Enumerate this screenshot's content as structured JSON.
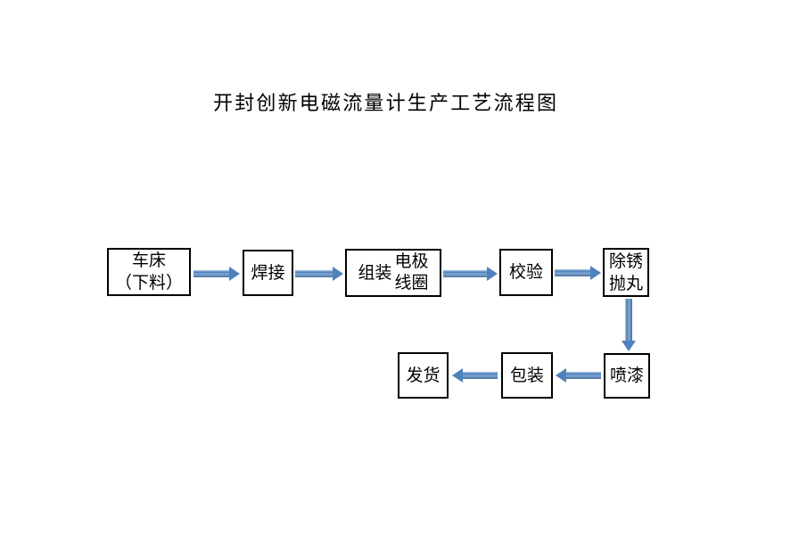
{
  "page": {
    "title": "开封创新电磁流量计生产工艺流程图",
    "background_color": "#ffffff"
  },
  "flowchart": {
    "arrow_color": "#4f81bd",
    "box_border_color": "#000000",
    "nodes": [
      {
        "id": "lathe",
        "lines": [
          "车床",
          "（下料）"
        ]
      },
      {
        "id": "welding",
        "lines": [
          "焊接"
        ]
      },
      {
        "id": "assembly",
        "label": "组装",
        "sub_lines": [
          "电极",
          "线圈"
        ]
      },
      {
        "id": "calibration",
        "lines": [
          "校验"
        ]
      },
      {
        "id": "derust-shot-blast",
        "lines": [
          "除锈",
          "抛丸"
        ]
      },
      {
        "id": "spray-paint",
        "lines": [
          "喷漆"
        ]
      },
      {
        "id": "packing",
        "lines": [
          "包装"
        ]
      },
      {
        "id": "shipping",
        "lines": [
          "发货"
        ]
      }
    ],
    "edges": [
      {
        "from": "车床（下料）",
        "to": "焊接"
      },
      {
        "from": "焊接",
        "to": "组装电极线圈"
      },
      {
        "from": "组装电极线圈",
        "to": "校验"
      },
      {
        "from": "校验",
        "to": "除锈抛丸"
      },
      {
        "from": "除锈抛丸",
        "to": "喷漆"
      },
      {
        "from": "喷漆",
        "to": "包装"
      },
      {
        "from": "包装",
        "to": "发货"
      }
    ]
  }
}
